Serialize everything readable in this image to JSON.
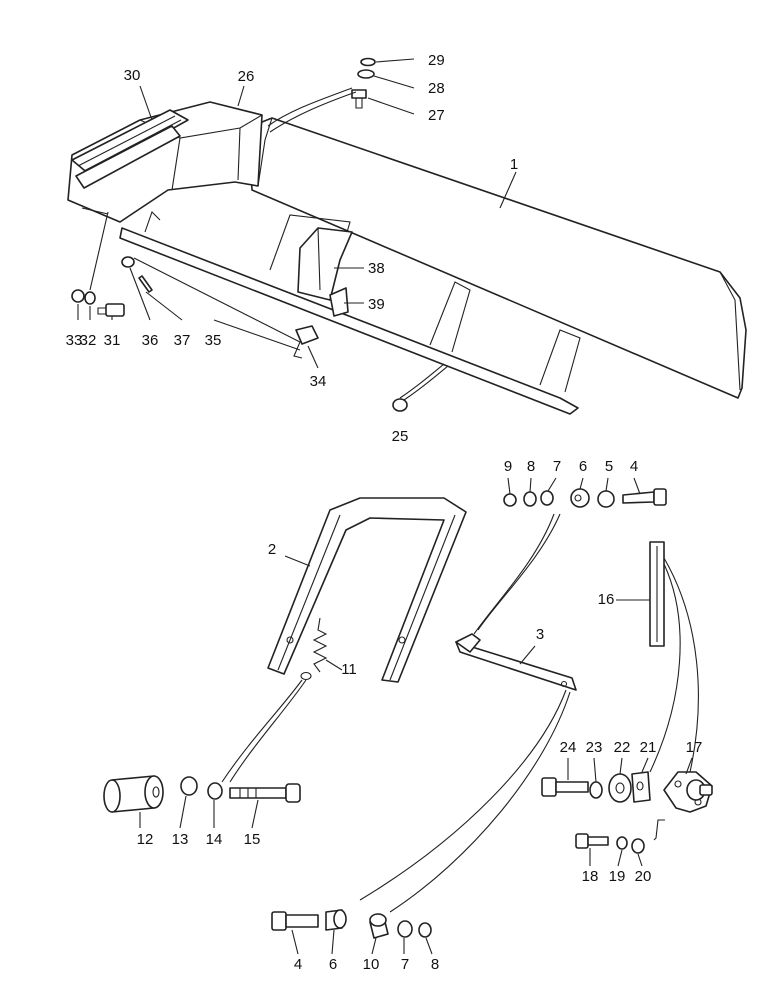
{
  "callouts": [
    {
      "id": "c29",
      "text": "29"
    },
    {
      "id": "c28",
      "text": "28"
    },
    {
      "id": "c27",
      "text": "27"
    },
    {
      "id": "c30",
      "text": "30"
    },
    {
      "id": "c26",
      "text": "26"
    },
    {
      "id": "c1",
      "text": "1"
    },
    {
      "id": "c38",
      "text": "38"
    },
    {
      "id": "c39",
      "text": "39"
    },
    {
      "id": "c33",
      "text": "33"
    },
    {
      "id": "c32",
      "text": "32"
    },
    {
      "id": "c31",
      "text": "31"
    },
    {
      "id": "c36",
      "text": "36"
    },
    {
      "id": "c37",
      "text": "37"
    },
    {
      "id": "c35",
      "text": "35"
    },
    {
      "id": "c34",
      "text": "34"
    },
    {
      "id": "c25",
      "text": "25"
    },
    {
      "id": "c9",
      "text": "9"
    },
    {
      "id": "c8a",
      "text": "8"
    },
    {
      "id": "c7a",
      "text": "7"
    },
    {
      "id": "c6a",
      "text": "6"
    },
    {
      "id": "c5",
      "text": "5"
    },
    {
      "id": "c4a",
      "text": "4"
    },
    {
      "id": "c2",
      "text": "2"
    },
    {
      "id": "c3",
      "text": "3"
    },
    {
      "id": "c16",
      "text": "16"
    },
    {
      "id": "c11",
      "text": "11"
    },
    {
      "id": "c24",
      "text": "24"
    },
    {
      "id": "c23",
      "text": "23"
    },
    {
      "id": "c22",
      "text": "22"
    },
    {
      "id": "c21",
      "text": "21"
    },
    {
      "id": "c17",
      "text": "17"
    },
    {
      "id": "c12",
      "text": "12"
    },
    {
      "id": "c13",
      "text": "13"
    },
    {
      "id": "c14",
      "text": "14"
    },
    {
      "id": "c15",
      "text": "15"
    },
    {
      "id": "c18",
      "text": "18"
    },
    {
      "id": "c19",
      "text": "19"
    },
    {
      "id": "c20",
      "text": "20"
    },
    {
      "id": "c4b",
      "text": "4"
    },
    {
      "id": "c6b",
      "text": "6"
    },
    {
      "id": "c10",
      "text": "10"
    },
    {
      "id": "c7b",
      "text": "7"
    },
    {
      "id": "c8b",
      "text": "8"
    }
  ]
}
